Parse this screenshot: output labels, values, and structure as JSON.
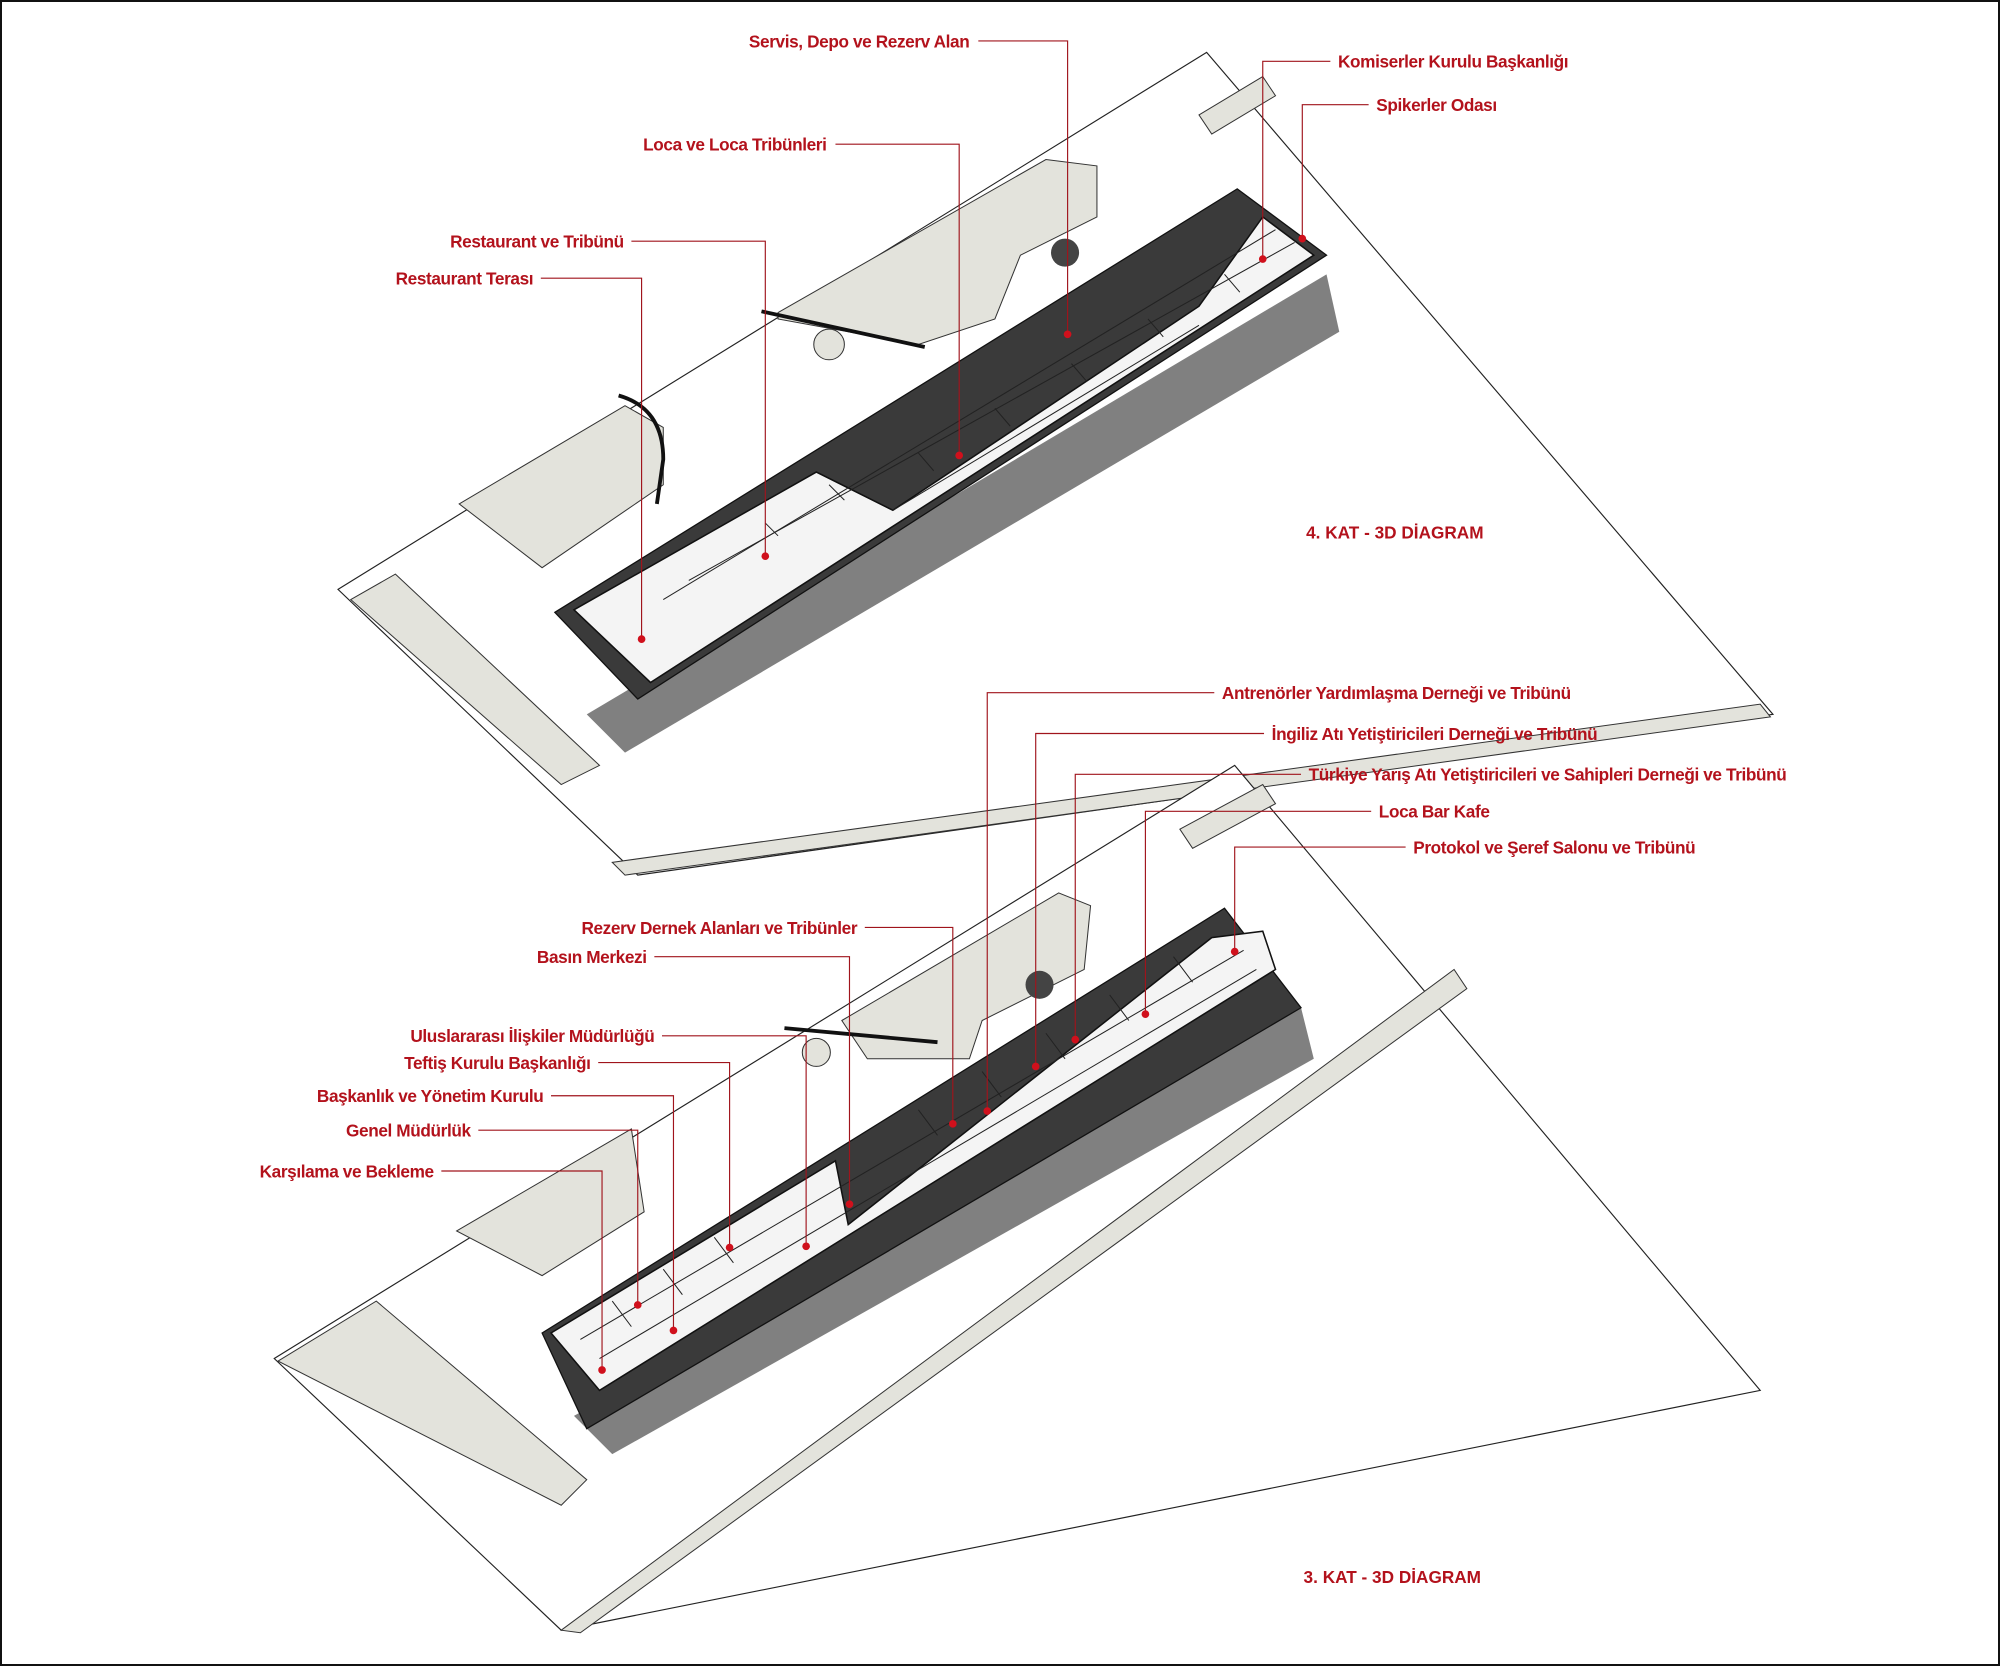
{
  "floor4": {
    "title": "4. KAT - 3D DİAGRAM",
    "labels": [
      "Servis, Depo ve Rezerv Alan",
      "Komiserler Kurulu Başkanlığı",
      "Spikerler Odası",
      "Loca ve Loca Tribünleri",
      "Restaurant ve Tribünü",
      "Restaurant Terası"
    ]
  },
  "floor3": {
    "title": "3. KAT - 3D DİAGRAM",
    "labels": [
      "Antrenörler Yardımlaşma Derneği ve Tribünü",
      "İngiliz Atı Yetiştiricileri Derneği ve Tribünü",
      "Türkiye Yarış Atı Yetiştiricileri ve Sahipleri Derneği ve Tribünü",
      "Loca Bar Kafe",
      "Protokol ve Şeref Salonu ve Tribünü",
      "Rezerv Dernek Alanları ve Tribünler",
      "Basın Merkezi",
      "Uluslararası İlişkiler Müdürlüğü",
      "Teftiş Kurulu Başkanlığı",
      "Başkanlık ve Yönetim Kurulu",
      "Genel Müdürlük",
      "Karşılama ve Bekleme"
    ]
  },
  "colors": {
    "label": "#b3121c",
    "lawn": "#e3e3dc"
  }
}
